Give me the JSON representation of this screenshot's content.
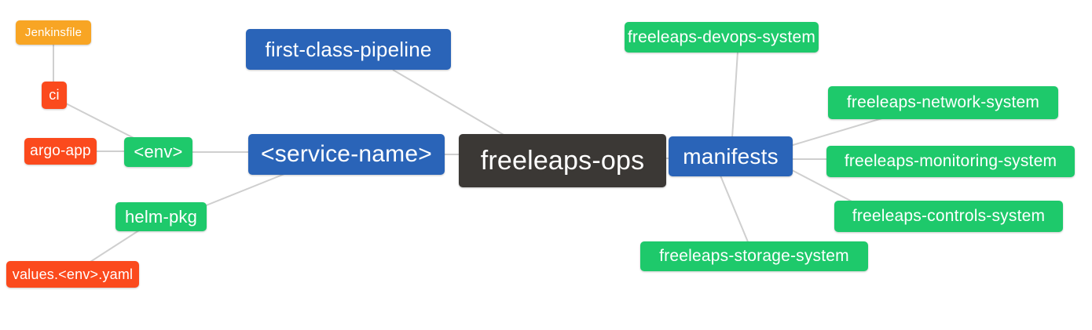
{
  "diagram": {
    "type": "mindmap",
    "root": "freeleaps-ops",
    "palette": {
      "orange": "#f8a524",
      "red": "#fb4a1d",
      "green": "#1ec96b",
      "blue": "#2a64b8",
      "dark": "#3b3835",
      "edge_line": "#cfcfcf",
      "node_text": "#ffffff",
      "background": "#ffffff"
    },
    "nodes": {
      "jenkinsfile": {
        "label": "Jenkinsfile",
        "color": "orange"
      },
      "ci": {
        "label": "ci",
        "color": "red"
      },
      "argo_app": {
        "label": "argo-app",
        "color": "red"
      },
      "env": {
        "label": "<env>",
        "color": "green"
      },
      "helm_pkg": {
        "label": "helm-pkg",
        "color": "green"
      },
      "values_yaml": {
        "label": "values.<env>.yaml",
        "color": "red"
      },
      "fcp": {
        "label": "first-class-pipeline",
        "color": "blue"
      },
      "service": {
        "label": "<service-name>",
        "color": "blue"
      },
      "ops": {
        "label": "freeleaps-ops",
        "color": "dark"
      },
      "manifests": {
        "label": "manifests",
        "color": "blue"
      },
      "devops": {
        "label": "freeleaps-devops-system",
        "color": "green"
      },
      "network": {
        "label": "freeleaps-network-system",
        "color": "green"
      },
      "monitoring": {
        "label": "freeleaps-monitoring-system",
        "color": "green"
      },
      "controls": {
        "label": "freeleaps-controls-system",
        "color": "green"
      },
      "storage": {
        "label": "freeleaps-storage-system",
        "color": "green"
      }
    },
    "edges": [
      [
        "Jenkinsfile",
        "ci"
      ],
      [
        "ci",
        "<env>"
      ],
      [
        "argo-app",
        "<env>"
      ],
      [
        "<env>",
        "<service-name>"
      ],
      [
        "helm-pkg",
        "<service-name>"
      ],
      [
        "values.<env>.yaml",
        "helm-pkg"
      ],
      [
        "first-class-pipeline",
        "freeleaps-ops"
      ],
      [
        "<service-name>",
        "freeleaps-ops"
      ],
      [
        "freeleaps-ops",
        "manifests"
      ],
      [
        "manifests",
        "freeleaps-devops-system"
      ],
      [
        "manifests",
        "freeleaps-network-system"
      ],
      [
        "manifests",
        "freeleaps-monitoring-system"
      ],
      [
        "manifests",
        "freeleaps-controls-system"
      ],
      [
        "manifests",
        "freeleaps-storage-system"
      ]
    ]
  }
}
